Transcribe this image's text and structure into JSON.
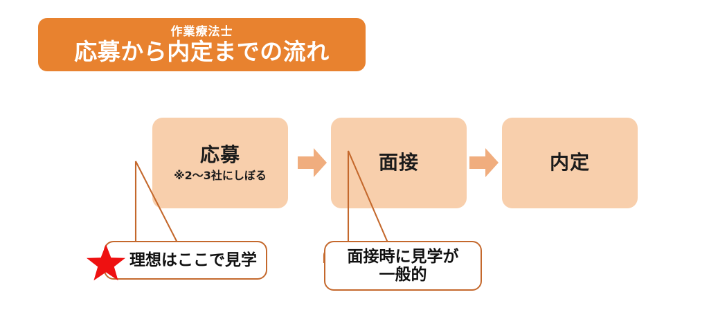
{
  "header": {
    "subtitle": "作業療法士",
    "title": "応募から内定までの流れ",
    "background_color": "#E8822F",
    "text_color": "#FFFFFF"
  },
  "flow": {
    "box_fill_color": "#F8CFAC",
    "arrow_color": "#F0AD7E",
    "steps": [
      {
        "title": "応募",
        "sub": "※2〜3社にしぼる"
      },
      {
        "title": "面接",
        "sub": ""
      },
      {
        "title": "内定",
        "sub": ""
      }
    ],
    "arrows": [
      {
        "name": "arrow-oubo-to-mensetsu"
      },
      {
        "name": "arrow-mensetsu-to-naitei"
      }
    ]
  },
  "callouts": [
    {
      "lines": [
        "理想はここで見学"
      ],
      "text": "理想はここで見学",
      "has_star": true,
      "star_color": "#EE1111",
      "border_color": "#C4682C",
      "points_to": "応募"
    },
    {
      "lines": [
        "面接時に見学が",
        "一般的"
      ],
      "line1": "面接時に見学が",
      "line2": "一般的",
      "has_star": false,
      "border_color": "#C4682C",
      "points_to": "面接"
    }
  ],
  "colors": {
    "banner_orange": "#E8822F",
    "box_peach": "#F8CFAC",
    "arrow_orange": "#F0AD7E",
    "callout_border": "#C4682C",
    "star_red": "#EE1111",
    "text_black": "#1B1B1B",
    "background": "#FFFFFF"
  }
}
